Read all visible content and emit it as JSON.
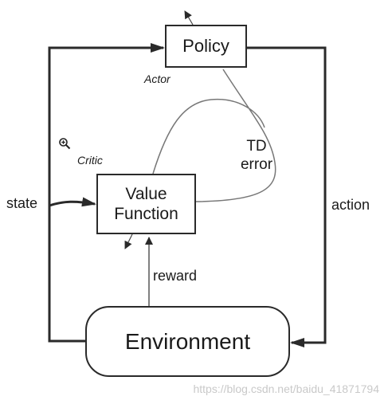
{
  "nodes": {
    "policy": "Policy",
    "value_function": "Value\nFunction",
    "environment": "Environment"
  },
  "labels": {
    "actor": "Actor",
    "critic": "Critic",
    "td_error": "TD\nerror",
    "state": "state",
    "action": "action",
    "reward": "reward"
  },
  "watermark": "https://blog.csdn.net/baidu_41871794",
  "icons": {
    "zoom": "zoom-in-icon"
  },
  "colors": {
    "line": "#2a2a2a",
    "curve": "#777777",
    "watermark": "#c9c9c9"
  }
}
